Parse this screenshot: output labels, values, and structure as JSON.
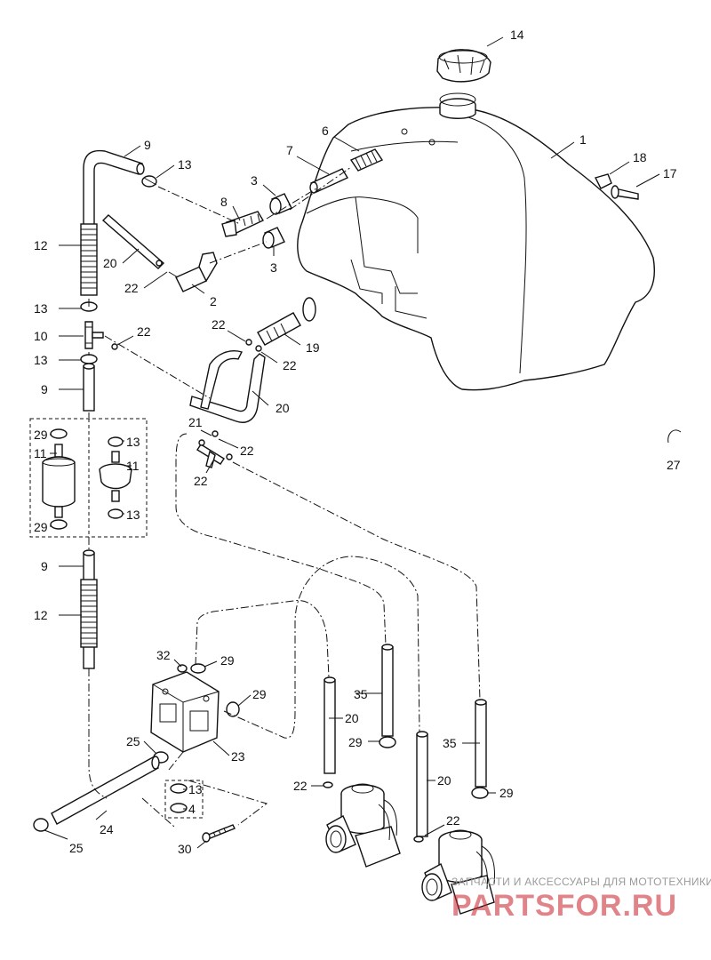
{
  "diagram": {
    "callouts": {
      "c14": "14",
      "c1": "1",
      "c6": "6",
      "c7": "7",
      "c3a": "3",
      "c3b": "3",
      "c8": "8",
      "c18": "18",
      "c17": "17",
      "c2": "2",
      "c9a": "9",
      "c13a": "13",
      "c12a": "12",
      "c20a": "20",
      "c22a": "22",
      "c13b": "13",
      "c10": "10",
      "c22b": "22",
      "c13c": "13",
      "c9b": "9",
      "c22c": "22",
      "c19": "19",
      "c22d": "22",
      "c20b": "20",
      "c21": "21",
      "c22e": "22",
      "c22f": "22",
      "c27": "27",
      "c29a": "29",
      "c11a": "11",
      "c29b": "29",
      "c13d": "13",
      "c11b": "11",
      "c13e": "13",
      "c9c": "9",
      "c12b": "12",
      "c32": "32",
      "c29c": "29",
      "c29d": "29",
      "c35a": "35",
      "c20c": "20",
      "c25a": "25",
      "c23": "23",
      "c29e": "29",
      "c35b": "35",
      "c22g": "22",
      "c20d": "20",
      "c13f": "13",
      "c4": "4",
      "c29f": "29",
      "c24": "24",
      "c22h": "22",
      "c25b": "25",
      "c30": "30"
    }
  },
  "watermark": {
    "tagline": "ЗАПЧАСТИ И АКСЕССУАРЫ ДЛЯ МОТОТЕХНИКИ",
    "brand": "PARTSFOR.RU"
  }
}
